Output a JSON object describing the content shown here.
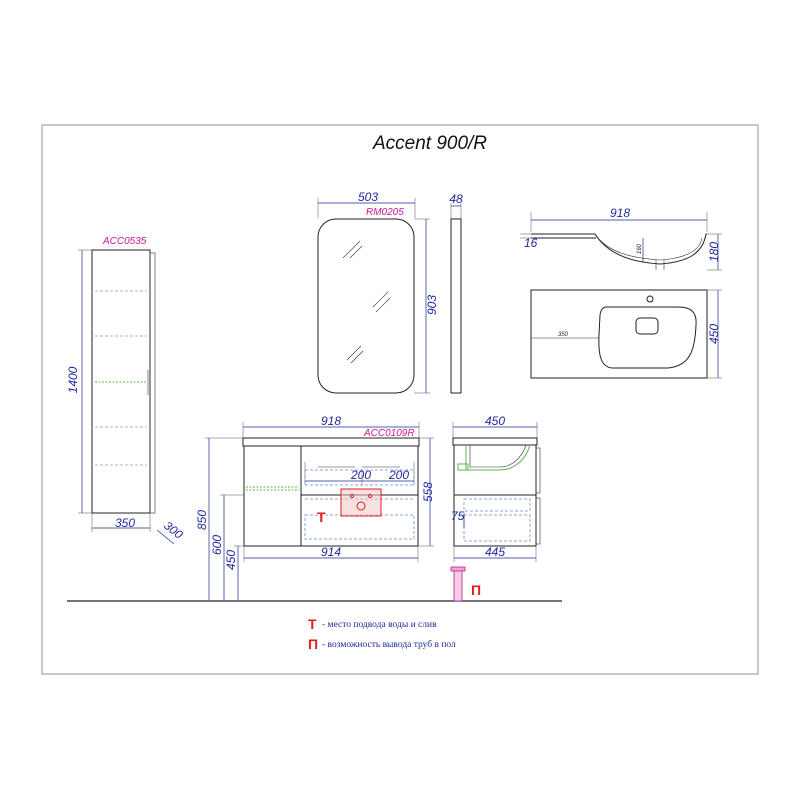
{
  "title": "Accent 900/R",
  "codes": {
    "tall_cabinet": "ACC0535",
    "mirror": "RM0205",
    "vanity": "ACC0109R"
  },
  "dimensions": {
    "tall_height": "1400",
    "tall_width": "350",
    "tall_depth": "300",
    "mirror_width": "503",
    "mirror_depth": "48",
    "mirror_height": "903",
    "basin_width": "918",
    "basin_rim": "16",
    "basin_height": "180",
    "basin_inner_depth": "160",
    "basin_depth": "450",
    "basin_offset": "350",
    "vanity_top_width": "918",
    "vanity_body_width": "914",
    "vanity_height": "558",
    "vanity_floor_850": "850",
    "vanity_floor_600": "600",
    "vanity_floor_450": "450",
    "zone_left": "200",
    "zone_right": "200",
    "side_top_depth": "450",
    "side_body_depth": "445",
    "side_inner_75": "75"
  },
  "legend": {
    "t_symbol": "Т",
    "t_text": "- место подвода воды и слив",
    "p_symbol": "П",
    "p_text": "- возможность вывода труб в пол"
  },
  "markers": {
    "t_symbol": "Т",
    "p_symbol": "П"
  }
}
